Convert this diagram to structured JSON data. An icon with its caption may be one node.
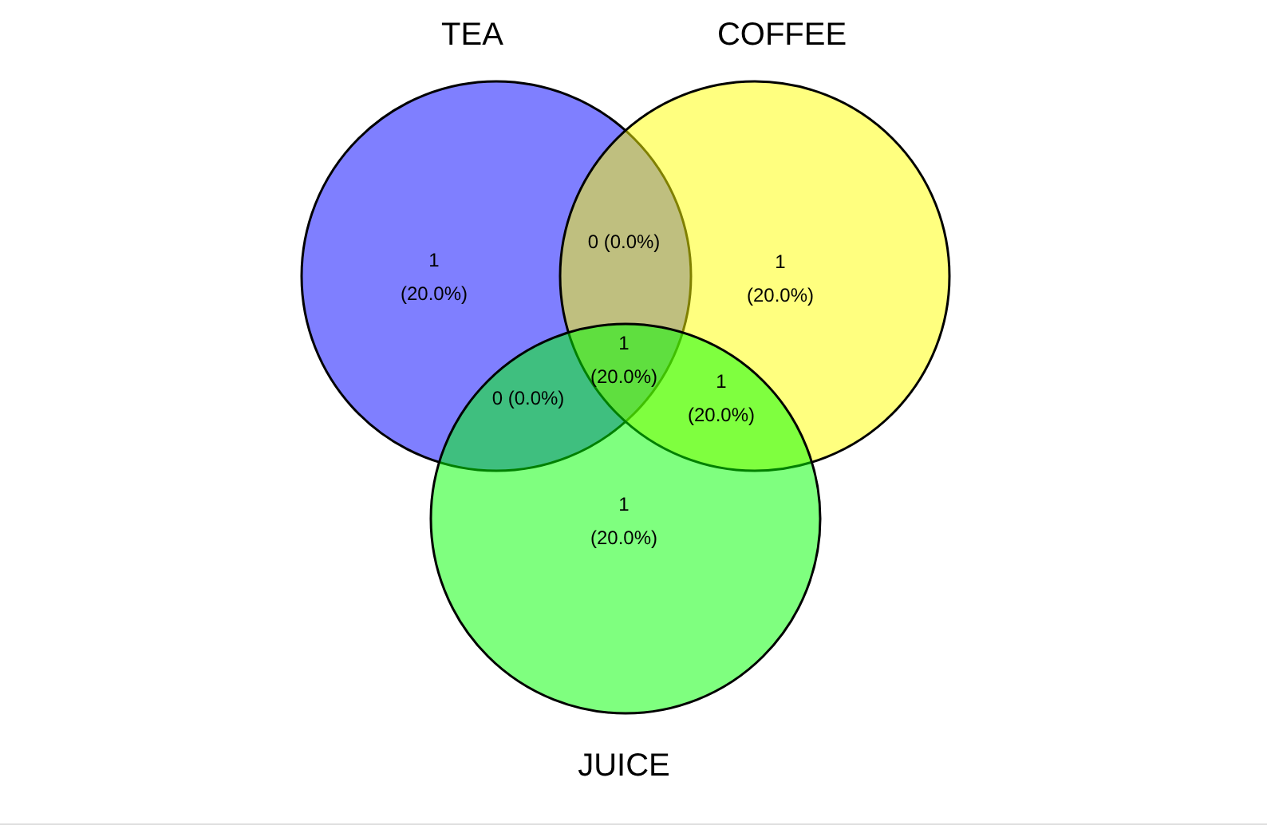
{
  "diagram": {
    "nodes": [
      {
        "text": [
          "TEA"
        ]
      },
      {
        "text": [
          "COFFEE"
        ]
      },
      {
        "text": [
          "JUICE"
        ]
      }
    ],
    "labels": [
      "0 (0.0%)",
      "1 (20.0%)",
      "1 (20.0%)",
      "1 (20.0%)",
      "0 (0.0%)",
      "1 (20.0%)",
      "1 (20.0%)"
    ]
  }
}
